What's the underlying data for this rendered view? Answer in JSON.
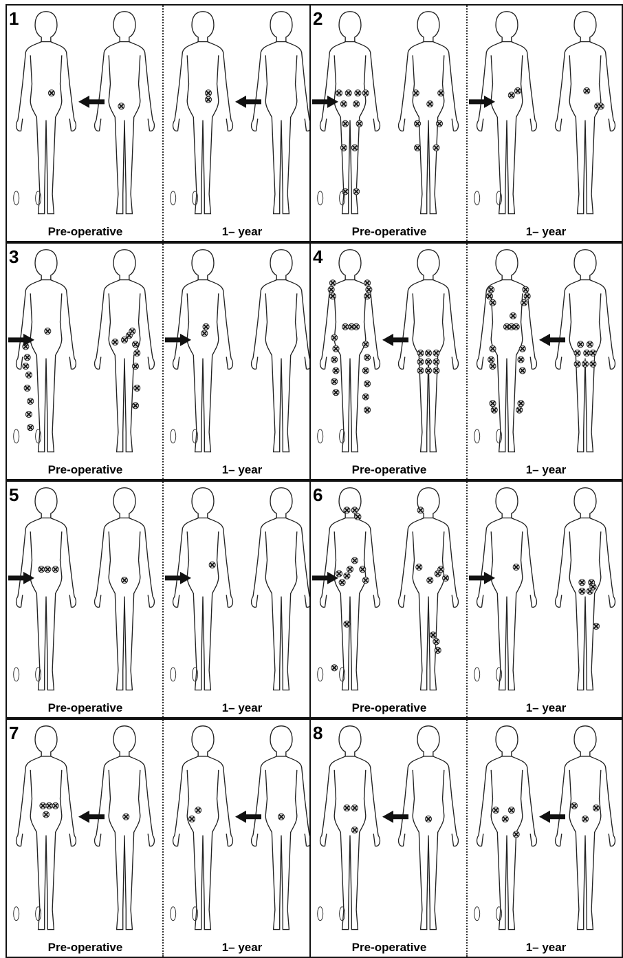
{
  "captions": {
    "pre": "Pre-operative",
    "post": "1– year"
  },
  "icons": {
    "pain_marker": "cross-x-icon",
    "indicator": "arrow-right-icon"
  },
  "patients": [
    {
      "number": "1",
      "pre": {
        "arrow": "left",
        "back": [
          [
            0.57,
            0.4
          ]
        ],
        "front": [
          [
            0.46,
            0.46
          ]
        ]
      },
      "post": {
        "arrow": "left",
        "back": [
          [
            0.57,
            0.4
          ],
          [
            0.57,
            0.43
          ]
        ],
        "front": []
      }
    },
    {
      "number": "2",
      "pre": {
        "arrow": "right",
        "back": [
          [
            0.36,
            0.4
          ],
          [
            0.48,
            0.4
          ],
          [
            0.6,
            0.4
          ],
          [
            0.7,
            0.4
          ],
          [
            0.42,
            0.45
          ],
          [
            0.58,
            0.45
          ],
          [
            0.44,
            0.54
          ],
          [
            0.62,
            0.54
          ],
          [
            0.42,
            0.65
          ],
          [
            0.56,
            0.65
          ],
          [
            0.44,
            0.85
          ],
          [
            0.58,
            0.85
          ]
        ],
        "front": [
          [
            0.34,
            0.4
          ],
          [
            0.52,
            0.45
          ],
          [
            0.66,
            0.4
          ],
          [
            0.36,
            0.54
          ],
          [
            0.64,
            0.54
          ],
          [
            0.36,
            0.65
          ],
          [
            0.6,
            0.65
          ]
        ]
      },
      "post": {
        "arrow": "right",
        "back": [
          [
            0.56,
            0.41
          ],
          [
            0.64,
            0.39
          ]
        ],
        "front": [
          [
            0.52,
            0.39
          ],
          [
            0.66,
            0.46
          ],
          [
            0.7,
            0.46
          ]
        ]
      }
    },
    {
      "number": "3",
      "pre": {
        "arrow": "right",
        "back": [
          [
            0.52,
            0.4
          ],
          [
            0.24,
            0.47
          ],
          [
            0.26,
            0.52
          ],
          [
            0.24,
            0.56
          ],
          [
            0.28,
            0.6
          ],
          [
            0.26,
            0.66
          ],
          [
            0.3,
            0.72
          ],
          [
            0.28,
            0.78
          ],
          [
            0.3,
            0.84
          ]
        ],
        "front": [
          [
            0.38,
            0.45
          ],
          [
            0.5,
            0.44
          ],
          [
            0.56,
            0.42
          ],
          [
            0.6,
            0.4
          ],
          [
            0.64,
            0.46
          ],
          [
            0.66,
            0.5
          ],
          [
            0.64,
            0.56
          ],
          [
            0.66,
            0.66
          ],
          [
            0.64,
            0.74
          ]
        ]
      },
      "post": {
        "arrow": "right",
        "back": [
          [
            0.54,
            0.38
          ],
          [
            0.52,
            0.41
          ]
        ],
        "front": []
      }
    },
    {
      "number": "4",
      "pre": {
        "arrow": "left",
        "back": [
          [
            0.28,
            0.18
          ],
          [
            0.26,
            0.21
          ],
          [
            0.28,
            0.24
          ],
          [
            0.72,
            0.18
          ],
          [
            0.74,
            0.21
          ],
          [
            0.72,
            0.24
          ],
          [
            0.44,
            0.38
          ],
          [
            0.52,
            0.38
          ],
          [
            0.58,
            0.38
          ],
          [
            0.3,
            0.43
          ],
          [
            0.32,
            0.48
          ],
          [
            0.3,
            0.53
          ],
          [
            0.32,
            0.58
          ],
          [
            0.3,
            0.63
          ],
          [
            0.32,
            0.68
          ],
          [
            0.7,
            0.46
          ],
          [
            0.72,
            0.52
          ],
          [
            0.7,
            0.58
          ],
          [
            0.72,
            0.64
          ],
          [
            0.7,
            0.7
          ],
          [
            0.72,
            0.76
          ]
        ],
        "front": [
          [
            0.4,
            0.5
          ],
          [
            0.5,
            0.5
          ],
          [
            0.6,
            0.5
          ],
          [
            0.4,
            0.54
          ],
          [
            0.5,
            0.54
          ],
          [
            0.6,
            0.54
          ],
          [
            0.4,
            0.58
          ],
          [
            0.5,
            0.58
          ],
          [
            0.6,
            0.58
          ]
        ]
      },
      "post": {
        "arrow": "left",
        "back": [
          [
            0.3,
            0.21
          ],
          [
            0.28,
            0.24
          ],
          [
            0.32,
            0.27
          ],
          [
            0.74,
            0.21
          ],
          [
            0.76,
            0.24
          ],
          [
            0.72,
            0.27
          ],
          [
            0.58,
            0.33
          ],
          [
            0.5,
            0.38
          ],
          [
            0.56,
            0.38
          ],
          [
            0.62,
            0.38
          ],
          [
            0.32,
            0.48
          ],
          [
            0.3,
            0.53
          ],
          [
            0.32,
            0.56
          ],
          [
            0.7,
            0.48
          ],
          [
            0.68,
            0.53
          ],
          [
            0.7,
            0.58
          ],
          [
            0.32,
            0.73
          ],
          [
            0.34,
            0.76
          ],
          [
            0.68,
            0.73
          ],
          [
            0.66,
            0.76
          ]
        ],
        "front": [
          [
            0.44,
            0.46
          ],
          [
            0.56,
            0.46
          ],
          [
            0.4,
            0.5
          ],
          [
            0.52,
            0.5
          ],
          [
            0.6,
            0.5
          ],
          [
            0.4,
            0.55
          ],
          [
            0.5,
            0.55
          ],
          [
            0.6,
            0.55
          ]
        ]
      }
    },
    {
      "number": "5",
      "pre": {
        "arrow": "right",
        "back": [
          [
            0.44,
            0.4
          ],
          [
            0.52,
            0.4
          ],
          [
            0.62,
            0.4
          ]
        ],
        "front": [
          [
            0.5,
            0.45
          ]
        ]
      },
      "post": {
        "arrow": "right",
        "back": [
          [
            0.62,
            0.38
          ]
        ],
        "front": []
      }
    },
    {
      "number": "6",
      "pre": {
        "arrow": "right",
        "back": [
          [
            0.46,
            0.13
          ],
          [
            0.56,
            0.13
          ],
          [
            0.6,
            0.16
          ],
          [
            0.56,
            0.36
          ],
          [
            0.5,
            0.4
          ],
          [
            0.46,
            0.43
          ],
          [
            0.66,
            0.4
          ],
          [
            0.7,
            0.45
          ],
          [
            0.36,
            0.42
          ],
          [
            0.4,
            0.46
          ],
          [
            0.46,
            0.65
          ],
          [
            0.3,
            0.85
          ]
        ],
        "front": [
          [
            0.4,
            0.13
          ],
          [
            0.38,
            0.39
          ],
          [
            0.52,
            0.45
          ],
          [
            0.62,
            0.42
          ],
          [
            0.66,
            0.4
          ],
          [
            0.72,
            0.44
          ],
          [
            0.56,
            0.7
          ],
          [
            0.6,
            0.73
          ],
          [
            0.62,
            0.77
          ]
        ]
      },
      "post": {
        "arrow": "right",
        "back": [
          [
            0.62,
            0.39
          ]
        ],
        "front": [
          [
            0.46,
            0.46
          ],
          [
            0.58,
            0.46
          ],
          [
            0.46,
            0.5
          ],
          [
            0.56,
            0.5
          ],
          [
            0.6,
            0.48
          ],
          [
            0.64,
            0.66
          ]
        ]
      }
    },
    {
      "number": "7",
      "pre": {
        "arrow": "left",
        "back": [
          [
            0.46,
            0.39
          ],
          [
            0.54,
            0.39
          ],
          [
            0.62,
            0.39
          ],
          [
            0.5,
            0.43
          ]
        ],
        "front": [
          [
            0.52,
            0.44
          ]
        ]
      },
      "post": {
        "arrow": "left",
        "back": [
          [
            0.44,
            0.41
          ],
          [
            0.36,
            0.45
          ]
        ],
        "front": [
          [
            0.5,
            0.44
          ]
        ]
      }
    },
    {
      "number": "8",
      "pre": {
        "arrow": "left",
        "back": [
          [
            0.46,
            0.4
          ],
          [
            0.56,
            0.4
          ],
          [
            0.56,
            0.5
          ]
        ],
        "front": [
          [
            0.5,
            0.45
          ]
        ]
      },
      "post": {
        "arrow": "left",
        "back": [
          [
            0.36,
            0.41
          ],
          [
            0.56,
            0.41
          ],
          [
            0.48,
            0.45
          ],
          [
            0.62,
            0.52
          ]
        ],
        "front": [
          [
            0.36,
            0.39
          ],
          [
            0.5,
            0.45
          ],
          [
            0.64,
            0.4
          ]
        ]
      }
    }
  ]
}
